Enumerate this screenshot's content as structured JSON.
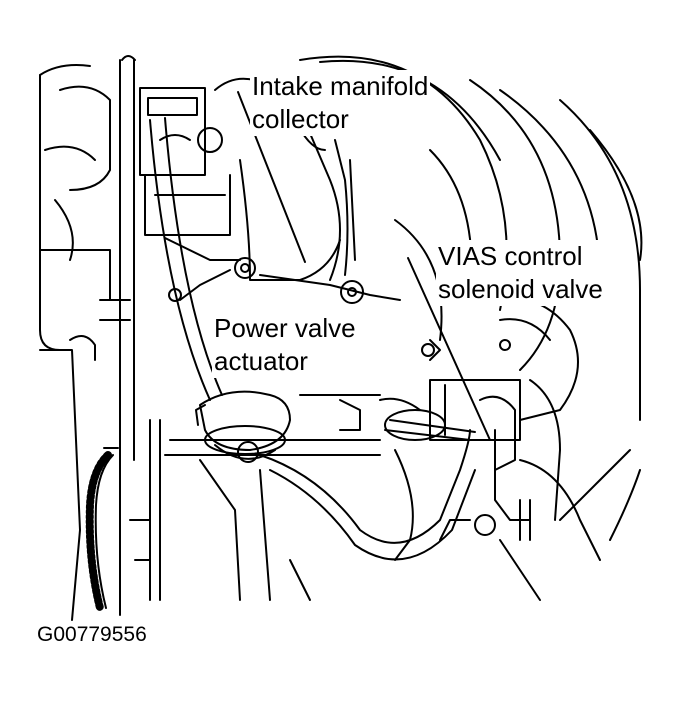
{
  "labels": {
    "intake_manifold": {
      "line1": "Intake manifold",
      "line2": "collector"
    },
    "vias_valve": {
      "line1": "VIAS control",
      "line2": "solenoid valve"
    },
    "power_valve": {
      "line1": "Power valve",
      "line2": "actuator"
    }
  },
  "figure_id": "G00779556",
  "colors": {
    "ink": "#000000",
    "paper": "#ffffff"
  }
}
